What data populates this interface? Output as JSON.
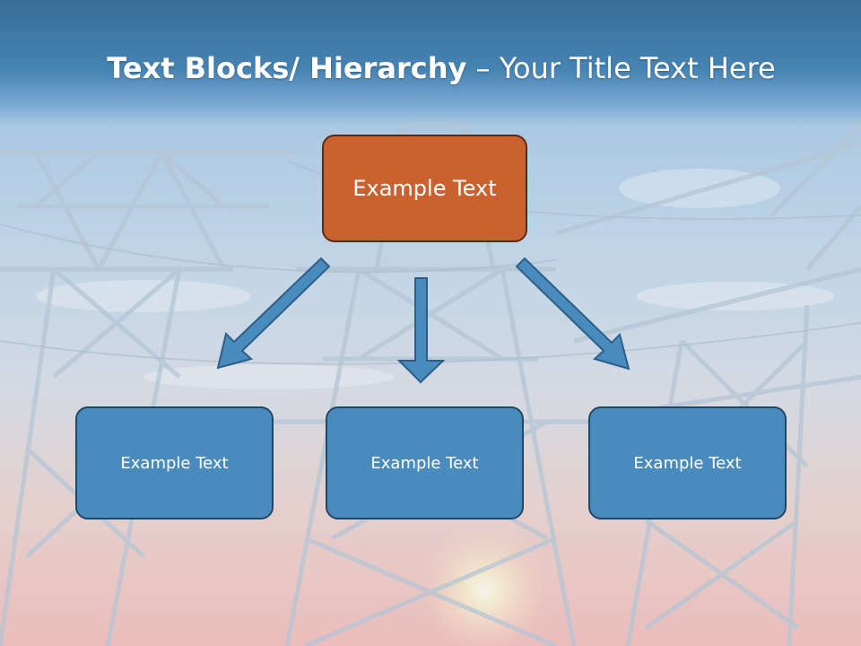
{
  "title": {
    "bold_part": "Text Blocks/ Hierarchy",
    "separator": " – ",
    "normal_part": "Your Title Text Here"
  },
  "diagram": {
    "root": {
      "label": "Example Text"
    },
    "children": [
      {
        "label": "Example Text"
      },
      {
        "label": "Example Text"
      },
      {
        "label": "Example Text"
      }
    ]
  },
  "colors": {
    "root_fill": "#c9622e",
    "child_fill": "#4a8bbe",
    "arrow_fill": "#4a8bbe",
    "title_band": "#4583b3"
  },
  "background": {
    "icon": "power-transmission-tower-silhouette",
    "description_visible": "sunset sky with power pylons"
  }
}
